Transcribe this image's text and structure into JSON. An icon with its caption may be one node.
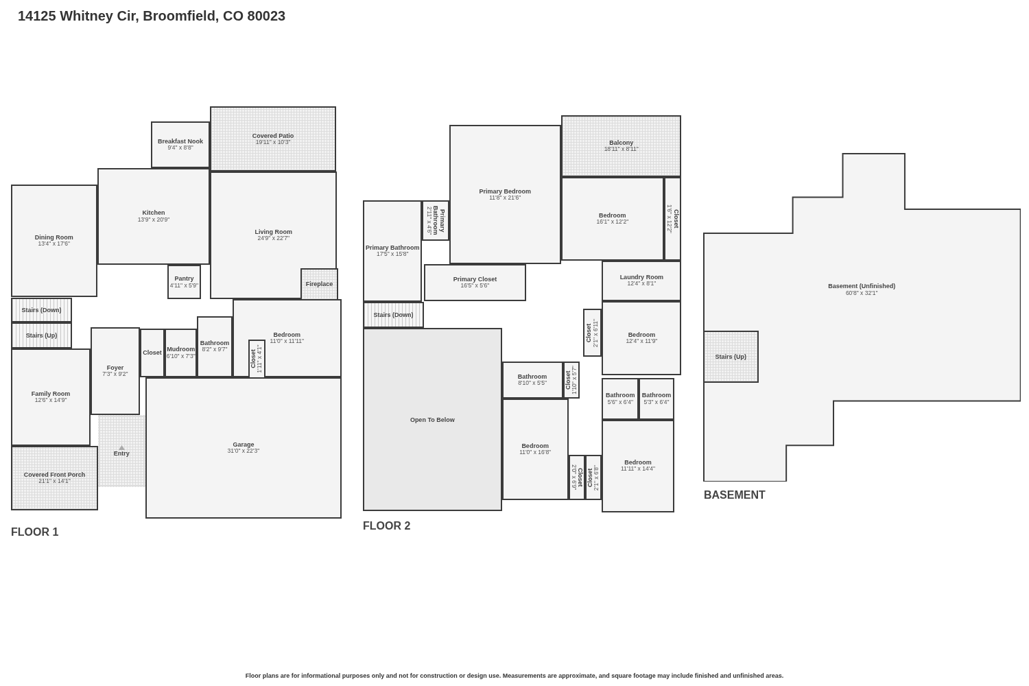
{
  "diagram": {
    "title": "14125 Whitney Cir, Broomfield, CO 80023",
    "caption": "Floor plans are for informational purposes only and not for construction or design use. Measurements are approximate, and square footage may include finished and unfinished areas.",
    "nodes": [
      {
        "text": [
          "FLOOR 1"
        ]
      },
      {
        "text": [
          "Breakfast Nook",
          "9'4\" x 8'8\""
        ],
        "in": 0
      },
      {
        "text": [
          "Covered Patio",
          "19'11\" x 10'3\""
        ],
        "in": 0
      },
      {
        "text": [
          "Kitchen",
          "13'9\" x 20'9\""
        ],
        "in": 0
      },
      {
        "text": [
          "Living Room",
          "24'9\" x 22'7\""
        ],
        "in": 0
      },
      {
        "text": [
          "Fireplace"
        ],
        "in": 4
      },
      {
        "text": [
          "Dining Room",
          "13'4\" x 17'6\""
        ],
        "in": 0
      },
      {
        "text": [
          "Pantry",
          "4'11\" x 5'9\""
        ],
        "in": 0
      },
      {
        "text": [
          "Stairs (Down)"
        ],
        "in": 0
      },
      {
        "text": [
          "Stairs (Up)"
        ],
        "in": 0
      },
      {
        "text": [
          "Closet"
        ],
        "in": 0
      },
      {
        "text": [
          "Mudroom",
          "6'10\" x 7'3\""
        ],
        "in": 0
      },
      {
        "text": [
          "Bathroom",
          "8'2\" x 9'7\""
        ],
        "in": 0
      },
      {
        "text": [
          "Bedroom",
          "11'0\" x 11'11\""
        ],
        "in": 0
      },
      {
        "text": [
          "Closet",
          "1'11\" x 4'1\""
        ],
        "in": 13
      },
      {
        "text": [
          "Family Room",
          "12'6\" x 14'9\""
        ],
        "in": 0
      },
      {
        "text": [
          "Foyer",
          "7'3\" x 9'2\""
        ],
        "in": 0
      },
      {
        "text": [
          "Entry"
        ],
        "in": 0
      },
      {
        "text": [
          "Garage",
          "31'0\" x 22'3\""
        ],
        "in": 0
      },
      {
        "text": [
          "Covered Front Porch",
          "21'1\" x 14'1\""
        ],
        "in": 0
      },
      {
        "text": [
          "FLOOR 2"
        ]
      },
      {
        "text": [
          "Balcony",
          "18'11\" x 8'11\""
        ],
        "in": 20
      },
      {
        "text": [
          "Primary Bedroom",
          "11'8\" x 21'6\""
        ],
        "in": 20
      },
      {
        "text": [
          "Bedroom",
          "16'1\" x 12'2\""
        ],
        "in": 20
      },
      {
        "text": [
          "Closet",
          "1'6\" x 12'2\""
        ],
        "in": 20
      },
      {
        "text": [
          "Primary Bathroom",
          "2'11\" x 4'6\""
        ],
        "in": 20
      },
      {
        "text": [
          "Primary Bathroom",
          "17'5\" x 15'8\""
        ],
        "in": 20
      },
      {
        "text": [
          "Primary Closet",
          "16'5\" x 5'6\""
        ],
        "in": 20
      },
      {
        "text": [
          "Laundry Room",
          "12'4\" x 8'1\""
        ],
        "in": 20
      },
      {
        "text": [
          "Stairs (Down)"
        ],
        "in": 20
      },
      {
        "text": [
          "Closet",
          "2'1\" x 6'11\""
        ],
        "in": 20
      },
      {
        "text": [
          "Bedroom",
          "12'4\" x 11'9\""
        ],
        "in": 20
      },
      {
        "text": [
          "Open To Below"
        ],
        "in": 20
      },
      {
        "text": [
          "Bathroom",
          "8'10\" x 5'5\""
        ],
        "in": 20
      },
      {
        "text": [
          "Closet",
          "1'10\" x 5'7\""
        ],
        "in": 20
      },
      {
        "text": [
          "Bathroom",
          "5'6\" x 6'4\""
        ],
        "in": 20
      },
      {
        "text": [
          "Bathroom",
          "5'3\" x 6'4\""
        ],
        "in": 20
      },
      {
        "text": [
          "Bedroom",
          "11'0\" x 16'8\""
        ],
        "in": 20
      },
      {
        "text": [
          "Closet",
          "2'0\" x 6'9\""
        ],
        "in": 20
      },
      {
        "text": [
          "Closet",
          "2'1\" x 6'8\""
        ],
        "in": 20
      },
      {
        "text": [
          "Bedroom",
          "11'11\" x 14'4\""
        ],
        "in": 20
      },
      {
        "text": [
          "BASEMENT"
        ]
      },
      {
        "text": [
          "Basement (Unfinished)",
          "60'8\" x 32'1\""
        ],
        "in": 41
      },
      {
        "text": [
          "Stairs (Up)"
        ],
        "in": 42
      }
    ]
  }
}
